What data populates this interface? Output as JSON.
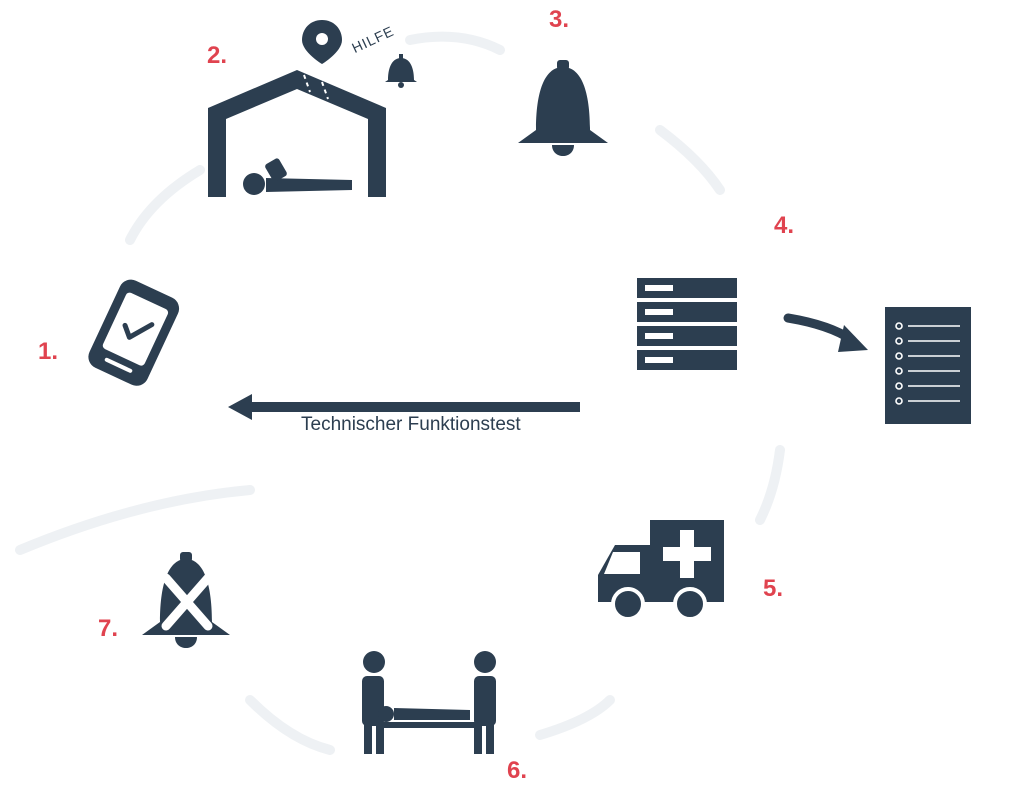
{
  "steps": [
    {
      "number": "1."
    },
    {
      "number": "2."
    },
    {
      "number": "3."
    },
    {
      "number": "4."
    },
    {
      "number": "5."
    },
    {
      "number": "6."
    },
    {
      "number": "7."
    }
  ],
  "labels": {
    "hilfe": "HILFE",
    "function_test": "Technischer Funktionstest"
  },
  "colors": {
    "icon": "#2c3e50",
    "accent": "#e0434f",
    "background": "#ffffff",
    "faint": "#eef1f4"
  },
  "icons": [
    "smartphone-check-icon",
    "house-person-icon",
    "location-pin-icon",
    "bell-icon",
    "server-icon",
    "document-list-icon",
    "ambulance-icon",
    "stretcher-rescue-icon",
    "bell-off-icon"
  ]
}
